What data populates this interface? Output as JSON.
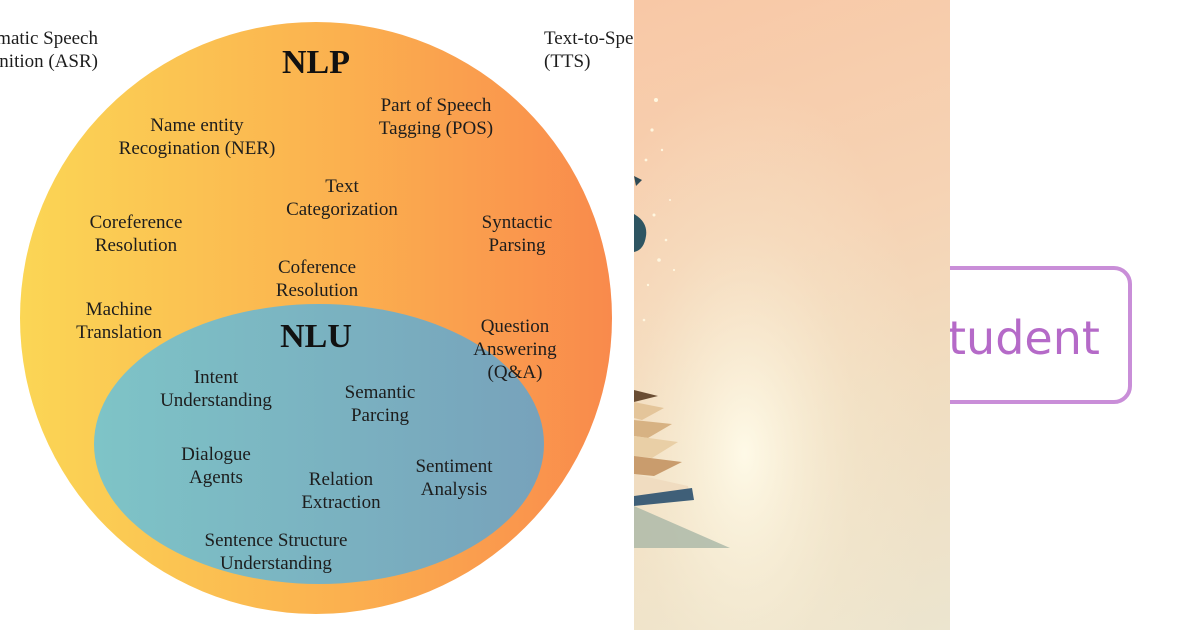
{
  "diagram": {
    "outer_title": "NLP",
    "inner_title": "NLU",
    "outside_left": "Automatic Speech\nRecognition (ASR)",
    "outside_right": "Text-to-Speech\n(TTS)",
    "nlp_items": [
      "Name entity\nRecogination (NER)",
      "Part of Speech\nTagging (POS)",
      "Text\nCategorization",
      "Coreference\nResolution",
      "Syntactic\nParsing",
      "Coference\nResolution",
      "Machine\nTranslation",
      "Question\nAnswering\n(Q&A)"
    ],
    "nlu_items": [
      "Intent\nUnderstanding",
      "Semantic\nParcing",
      "Dialogue\nAgents",
      "Relation\nExtraction",
      "Sentiment\nAnalysis",
      "Sentence Structure\nUnderstanding"
    ],
    "colors": {
      "outer_left": "#fbd655",
      "outer_right": "#f98c4d",
      "inner_left": "#7ec3c6",
      "inner_right": "#79a7bd"
    }
  },
  "badge": {
    "text": "tudent",
    "color": "#b56ac8",
    "border_color": "#c98ed8"
  }
}
